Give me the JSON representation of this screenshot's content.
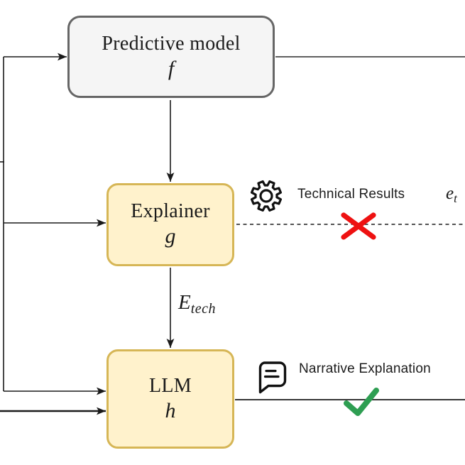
{
  "diagram": {
    "nodes": [
      {
        "id": "predictive-model",
        "title": "Predictive model",
        "symbol": "f"
      },
      {
        "id": "explainer",
        "title": "Explainer",
        "symbol": "g"
      },
      {
        "id": "llm",
        "title": "LLM",
        "symbol": "h"
      }
    ],
    "edge_label": {
      "base": "E",
      "subscript": "tech"
    },
    "annotations": {
      "technical": {
        "icon": "gear-icon",
        "label": "Technical Results",
        "math_base": "e",
        "math_subscript": "t",
        "status_icon": "red-cross",
        "line_style": "dashed"
      },
      "narrative": {
        "icon": "speech-bubble-icon",
        "label": "Narrative Explanation",
        "status_icon": "green-check",
        "line_style": "solid"
      }
    },
    "colors": {
      "gray_node_fill": "#F5F5F5",
      "gray_node_border": "#666666",
      "yellow_node_fill": "#FFF2CC",
      "yellow_node_border": "#D6B656",
      "connector": "#1A1A1A",
      "cross_red": "#EE1111",
      "check_green": "#2E9E52"
    }
  }
}
